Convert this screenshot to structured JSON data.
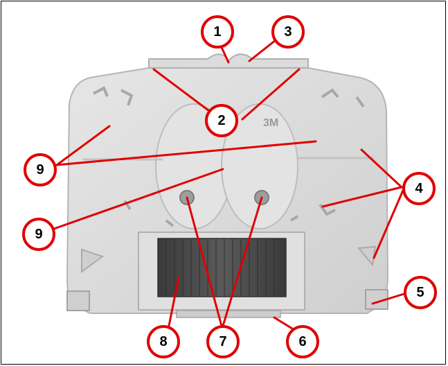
{
  "figure": {
    "callouts": [
      {
        "id": "1",
        "label": "1"
      },
      {
        "id": "2",
        "label": "2"
      },
      {
        "id": "3",
        "label": "3"
      },
      {
        "id": "4",
        "label": "4"
      },
      {
        "id": "5",
        "label": "5"
      },
      {
        "id": "6",
        "label": "6"
      },
      {
        "id": "7",
        "label": "7"
      },
      {
        "id": "8",
        "label": "8"
      },
      {
        "id": "9a",
        "label": "9"
      },
      {
        "id": "9b",
        "label": "9"
      }
    ],
    "logo_text": "3M",
    "colors": {
      "callout_red": "#e00000",
      "tray_body": "#d9d9d9",
      "tray_edge": "#b5b5b5",
      "splice_block": "#4a4a4a"
    }
  }
}
